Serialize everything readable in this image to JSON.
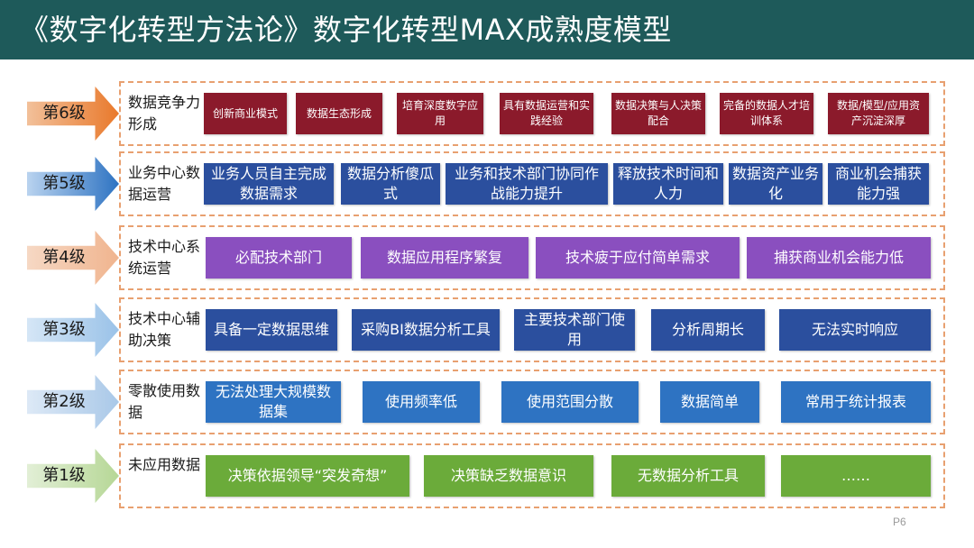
{
  "title": "《数字化转型方法论》数字化转型MAX成熟度模型",
  "page_number": "P6",
  "colors": {
    "title_bar": "#1e5a5a",
    "frame_border": "#e8a070",
    "level6": "#8b1a2b",
    "level5": "#2b4f9e",
    "level4": "#8a4fbf",
    "level3": "#2b4f9e",
    "level2": "#2e73c2",
    "level1": "#6bab3a"
  },
  "levels": [
    {
      "label": "第6级",
      "description": "数据竞争力形成",
      "items": [
        "创新商业模式",
        "数据生态形成",
        "培育深度数字应用",
        "具有数据运营和实践经验",
        "数据决策与人决策配合",
        "完备的数据人才培训体系",
        "数据/模型/应用资产沉淀深厚"
      ]
    },
    {
      "label": "第5级",
      "description": "业务中心数据运营",
      "items": [
        "业务人员自主完成数据需求",
        "数据分析傻瓜式",
        "业务和技术部门协同作战能力提升",
        "释放技术时间和人力",
        "数据资产业务化",
        "商业机会捕获能力强"
      ]
    },
    {
      "label": "第4级",
      "description": "技术中心系统运营",
      "items": [
        "必配技术部门",
        "数据应用程序繁复",
        "技术疲于应付简单需求",
        "捕获商业机会能力低"
      ]
    },
    {
      "label": "第3级",
      "description": "技术中心辅助决策",
      "items": [
        "具备一定数据思维",
        "采购BI数据分析工具",
        "主要技术部门使用",
        "分析周期长",
        "无法实时响应"
      ]
    },
    {
      "label": "第2级",
      "description": "零散使用数据",
      "items": [
        "无法处理大规模数据集",
        "使用频率低",
        "使用范围分散",
        "数据简单",
        "常用于统计报表"
      ]
    },
    {
      "label": "第1级",
      "description": "未应用数据",
      "items": [
        "决策依据领导“突发奇想”",
        "决策缺乏数据意识",
        "无数据分析工具",
        "……"
      ]
    }
  ]
}
